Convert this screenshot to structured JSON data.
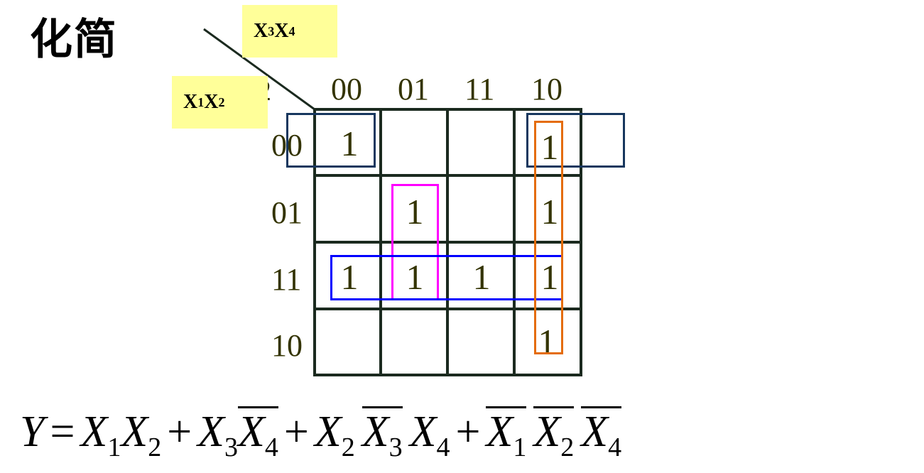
{
  "title": "化简",
  "corner_labels": {
    "col_vars": {
      "a": "X",
      "a_sub": "3",
      "b": "X",
      "b_sub": "4"
    },
    "row_vars": {
      "a": "X",
      "a_sub": "1",
      "b": "X",
      "b_sub": "2"
    },
    "hidden_digit": "2"
  },
  "col_headers": [
    "00",
    "01",
    "11",
    "10"
  ],
  "row_headers": [
    "00",
    "01",
    "11",
    "10"
  ],
  "cells": {
    "r0c0": "1",
    "r0c3": "1",
    "r1c1": "1",
    "r1c3": "1",
    "r2c0": "1",
    "r2c1": "1",
    "r2c2": "1",
    "r2c3": "1",
    "r3c3": "1"
  },
  "groups": {
    "corner_left_color": "#17375e",
    "corner_right_color": "#17375e",
    "column_10_color": "#e46c0a",
    "row_11_color": "#0000ff",
    "cell_01_01_color": "#ff00ff"
  },
  "equation": {
    "Y": "Y",
    "eq": "=",
    "plus": "+",
    "X": "X",
    "s1": "1",
    "s2": "2",
    "s3": "3",
    "s4": "4"
  }
}
